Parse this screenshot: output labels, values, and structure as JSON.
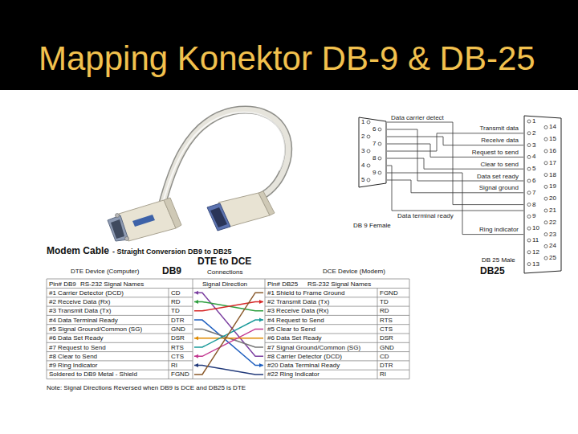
{
  "diagram": {
    "title": "Mapping Konektor DB-9 & DB-25",
    "nodes": [
      {
        "text": [
          "1",
          "6",
          "2",
          "7",
          "3",
          "8",
          "4",
          "9",
          "5",
          "DB 9 Female"
        ]
      },
      {
        "text": [
          "1",
          "14",
          "2",
          "15",
          "3",
          "16",
          "4",
          "17",
          "5",
          "18",
          "6",
          "19",
          "7",
          "20",
          "8",
          "21",
          "9",
          "22",
          "10",
          "23",
          "11",
          "24",
          "12",
          "25",
          "13",
          "DB 25 Male"
        ]
      }
    ],
    "edges": [
      {
        "from": 0,
        "to": 1,
        "arrow": "none",
        "label": "Data carrier detect"
      },
      {
        "from": 0,
        "to": 1,
        "arrow": "none",
        "label": "Receive data"
      },
      {
        "from": 0,
        "to": 1,
        "arrow": "none",
        "label": "Transmit data"
      },
      {
        "from": 0,
        "to": 1,
        "arrow": "none",
        "label": "Request to send"
      },
      {
        "from": 0,
        "to": 1,
        "arrow": "none",
        "label": "Clear to send"
      },
      {
        "from": 0,
        "to": 1,
        "arrow": "none",
        "label": "Data set ready"
      },
      {
        "from": 0,
        "to": 1,
        "arrow": "none",
        "label": "Signal ground"
      },
      {
        "from": 0,
        "to": 1,
        "arrow": "none",
        "label": "Data terminal ready"
      },
      {
        "from": 0,
        "to": 1,
        "arrow": "none",
        "label": "Ring indicator"
      }
    ],
    "labels": [
      "Modem Cable",
      "- Straight Conversion DB9 to DB25",
      "DTE Device (Computer)",
      "DB9",
      "DTE to DCE",
      "Connections",
      "DCE Device (Modem)",
      "DB25",
      "Pin# DB9",
      "RS-232 Signal Names",
      "Signal Direction",
      "Pin# DB25",
      "RS-232 Signal Names",
      "#1 Carrier Detector (DCD)",
      "CD",
      "#1 Shield to Frame Ground",
      "FGND",
      "#2 Receive Data (Rx)",
      "RD",
      "#2 Transmit Data (Tx)",
      "TD",
      "#3 Transmit Data (Tx)",
      "TD",
      "#3 Receive Data (Rx)",
      "RD",
      "#4 Data Terminal Ready",
      "DTR",
      "#4 Request to Send",
      "RTS",
      "#5 Signal Ground/Common (SG)",
      "GND",
      "#5 Clear to Send",
      "CTS",
      "#6 Data Set Ready",
      "DSR",
      "#6 Data Set Ready",
      "DSR",
      "#7 Request to Send",
      "RTS",
      "#7 Signal Ground/Common (SG)",
      "GND",
      "#8 Clear to Send",
      "CTS",
      "#8 Carrier Detector (DCD)",
      "CD",
      "#9 Ring Indicator",
      "RI",
      "#20 Data Terminal Ready",
      "DTR",
      "Soldered to DB9 Metal - Shield",
      "FGND",
      "#22 Ring Indicator",
      "RI",
      "Note: Signal Directions Reversed when DB9 is DCE and DB25 is DTE"
    ]
  }
}
